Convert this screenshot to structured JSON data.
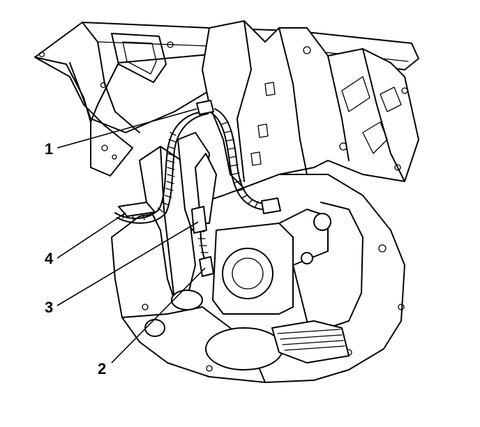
{
  "figure": {
    "callouts": [
      {
        "id": "1",
        "label": "1"
      },
      {
        "id": "2",
        "label": "2"
      },
      {
        "id": "3",
        "label": "3"
      },
      {
        "id": "4",
        "label": "4"
      }
    ]
  },
  "colors": {
    "line": "#000000",
    "background": "#ffffff"
  }
}
